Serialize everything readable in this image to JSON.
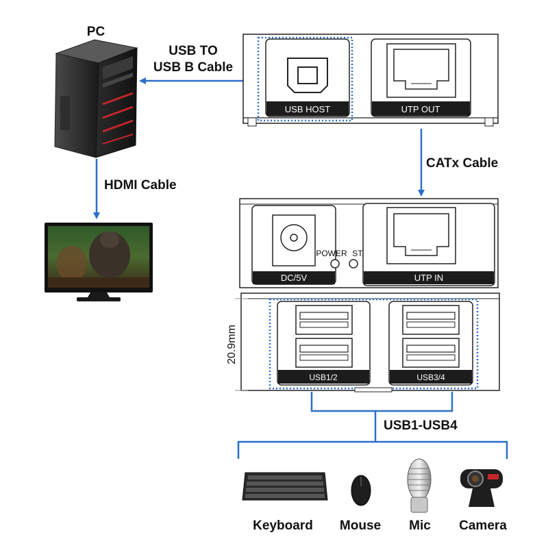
{
  "colors": {
    "arrow": "#2a6fc9",
    "dotted": "#2a6fc9",
    "device_outline": "#222222",
    "label_band": "#1c1c1c"
  },
  "pc": {
    "label": "PC"
  },
  "usb_cable": {
    "line1": "USB TO",
    "line2": "USB B Cable"
  },
  "hdmi_cable": {
    "label": "HDMI Cable"
  },
  "catx_cable": {
    "label": "CATx Cable"
  },
  "transmitter": {
    "usb_host_label": "USB HOST",
    "utp_out_label": "UTP OUT"
  },
  "receiver": {
    "dc_label": "DC/5V",
    "power_label": "POWER",
    "status_label": "STATUS",
    "utp_in_label": "UTP IN",
    "usb12_label": "USB1/2",
    "usb34_label": "USB3/4",
    "dimension": "20.9mm"
  },
  "usb_group": {
    "label": "USB1-USB4"
  },
  "devices": [
    {
      "label": "Keyboard",
      "icon": "keyboard-icon"
    },
    {
      "label": "Mouse",
      "icon": "mouse-icon"
    },
    {
      "label": "Mic",
      "icon": "microphone-icon"
    },
    {
      "label": "Camera",
      "icon": "webcam-icon"
    }
  ]
}
